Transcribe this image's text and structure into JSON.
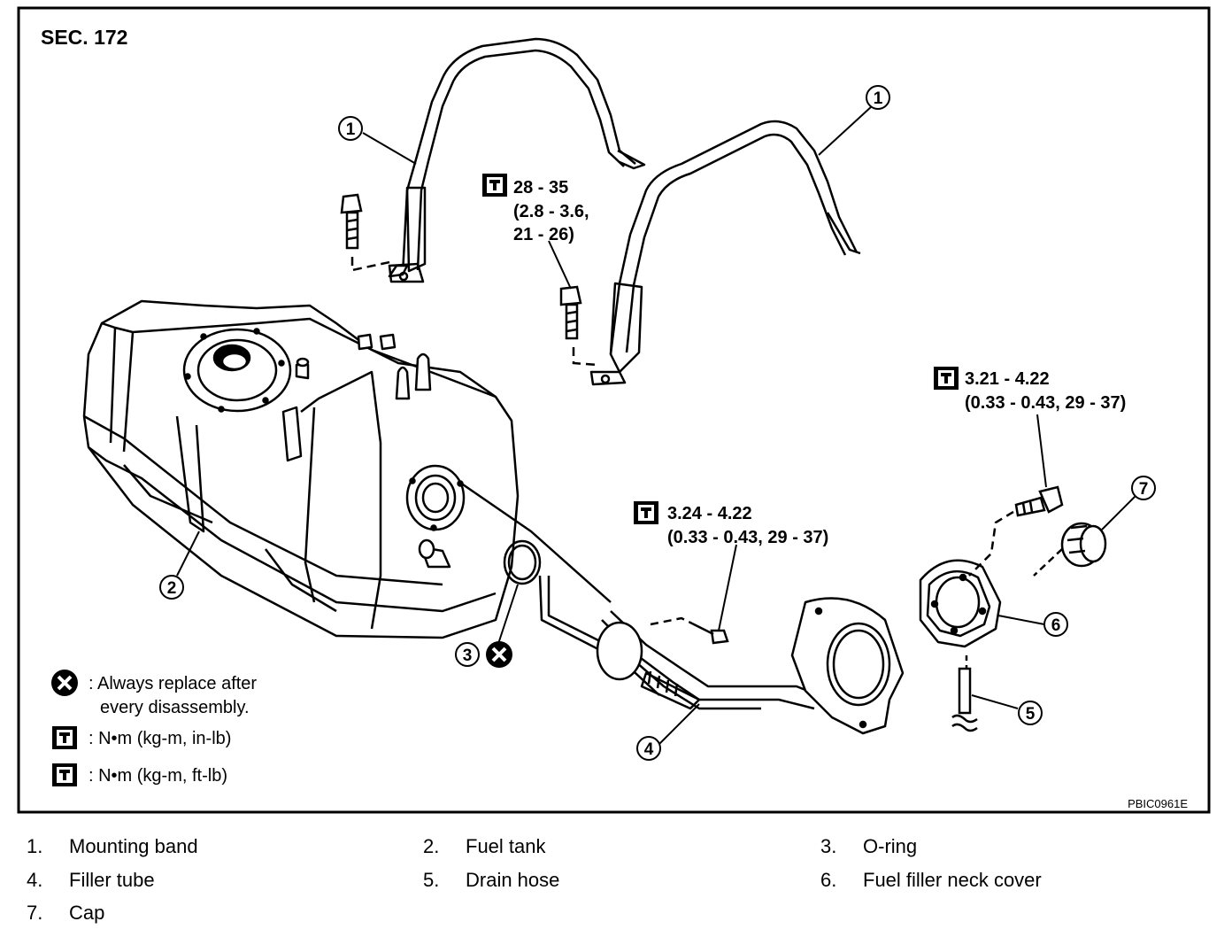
{
  "section": "SEC. 172",
  "figure_code": "PBIC0961E",
  "callouts": [
    {
      "num": "1"
    },
    {
      "num": "1"
    },
    {
      "num": "2"
    },
    {
      "num": "3"
    },
    {
      "num": "4"
    },
    {
      "num": "5"
    },
    {
      "num": "6"
    },
    {
      "num": "7"
    }
  ],
  "torques": [
    {
      "lines": [
        "28 - 35",
        "(2.8 - 3.6,",
        "21 - 26)"
      ],
      "icon": "ft-lb-torque-icon"
    },
    {
      "lines": [
        "3.24 - 4.22",
        "(0.33 - 0.43, 29 - 37)"
      ],
      "icon": "in-lb-torque-icon"
    },
    {
      "lines": [
        "3.21 - 4.22",
        "(0.33 - 0.43, 29 - 37)"
      ],
      "icon": "in-lb-torque-icon"
    }
  ],
  "key": [
    {
      "icon": "replace-x-icon",
      "lines": [
        ": Always replace after",
        "every disassembly."
      ]
    },
    {
      "icon": "in-lb-torque-icon",
      "lines": [
        ":  N•m  (kg-m,  in-lb)"
      ]
    },
    {
      "icon": "ft-lb-torque-icon",
      "lines": [
        ":  N•m  (kg-m,  ft-lb)"
      ]
    }
  ],
  "legend": [
    {
      "num": "1.",
      "label": "Mounting band"
    },
    {
      "num": "2.",
      "label": "Fuel tank"
    },
    {
      "num": "3.",
      "label": "O-ring"
    },
    {
      "num": "4.",
      "label": "Filler tube"
    },
    {
      "num": "5.",
      "label": "Drain hose"
    },
    {
      "num": "6.",
      "label": "Fuel filler neck cover"
    },
    {
      "num": "7.",
      "label": "Cap"
    }
  ]
}
